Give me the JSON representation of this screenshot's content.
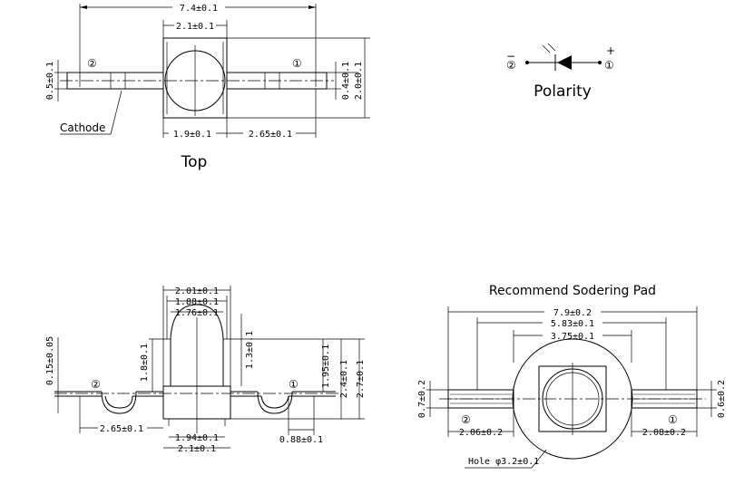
{
  "top_view": {
    "dim_total": "7.4±0.1",
    "dim_lens": "2.1±0.1",
    "dim_body": "1.9±0.1",
    "dim_pin": "2.65±0.1",
    "dim_left": "0.5±0.1",
    "dim_right_a": "0.4±0.1",
    "dim_right_b": "2.0±0.1",
    "cathode": "Cathode",
    "pin_left": "②",
    "pin_right": "①",
    "caption": "Top"
  },
  "polarity": {
    "caption": "Polarity",
    "minus": "−",
    "plus": "+",
    "pin_left": "②",
    "pin_right": "①"
  },
  "side_view": {
    "dim_w1": "2.01±0.1",
    "dim_w2": "1.88±0.1",
    "dim_w3": "1.76±0.1",
    "dim_h_dome": "1.8±0.1",
    "dim_h_lens": "1.3±0.1",
    "dim_h1": "1.95±0.1",
    "dim_h2": "2.4±0.1",
    "dim_h3": "2.7±0.1",
    "dim_thick": "0.15±0.05",
    "dim_pin": "2.65±0.1",
    "dim_b1": "1.94±0.1",
    "dim_b2": "2.1±0.1",
    "dim_foot": "0.88±0.1",
    "pin_left": "②",
    "pin_right": "①"
  },
  "pad_view": {
    "title": "Recommend Sodering Pad",
    "dim_total": "7.9±0.2",
    "dim_mid": "5.83±0.1",
    "dim_inner": "3.75±0.1",
    "dim_left": "0.7±0.2",
    "dim_right": "0.6±0.2",
    "dim_pad_left": "2.06±0.2",
    "dim_pad_right": "2.08±0.2",
    "hole": "Hole  φ3.2±0.1",
    "pin_left": "②",
    "pin_right": "①"
  }
}
